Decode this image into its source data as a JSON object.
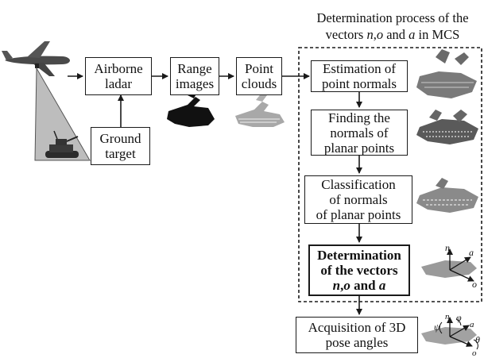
{
  "figure": {
    "title_line1": "Determination process of the",
    "title_line2_parts": [
      "vectors ",
      "n",
      ",",
      "o",
      " and ",
      "a",
      " in MCS"
    ]
  },
  "boxes": {
    "airborne_ladar": "Airborne\nladar",
    "ground_target": "Ground\ntarget",
    "range_images": "Range\nimages",
    "point_clouds": "Point\nclouds",
    "estimation": "Estimation of\npoint normals",
    "finding": "Finding the\nnormals of\nplanar points",
    "classification": "Classification\nof normals\nof planar points",
    "determination_line1": "Determination",
    "determination_line2": "of the vectors",
    "determination_line3_parts": [
      "n",
      ",",
      "o",
      " and ",
      "a"
    ],
    "acquisition": "Acquisition of 3D\npose angles"
  },
  "axis_symbols": {
    "n": "n",
    "o": "o",
    "a": "a",
    "psi": "ψ",
    "phi": "φ",
    "theta": "θ"
  },
  "colors": {
    "stroke": "#1a1a1a",
    "beam_fill": "#bdbdbd",
    "range_image": "#111111",
    "point_cloud": "#9a9a9a"
  }
}
